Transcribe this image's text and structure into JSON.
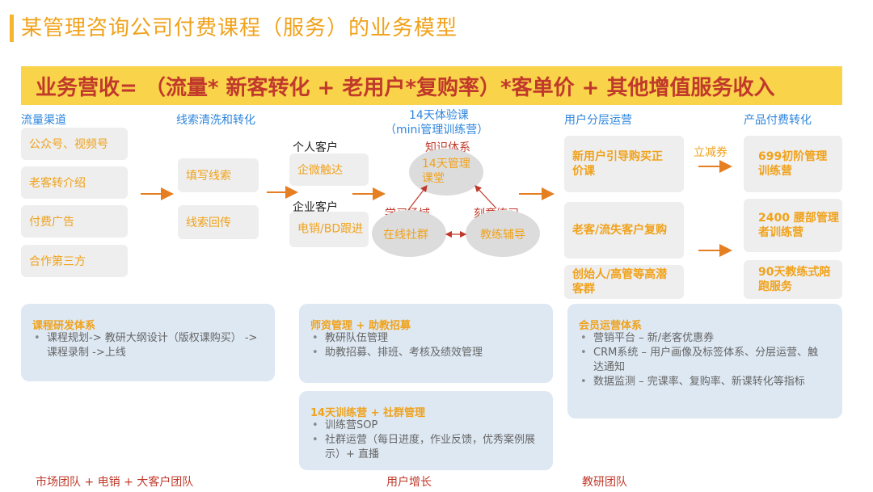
{
  "title": "某管理咨询公司付费课程（服务）的业务模型",
  "formula": "业务营收=  （流量* 新客转化  + 老用户*复购率）*客单价 + 其他增值服务收入",
  "columns": {
    "traffic": {
      "header": "流量渠道",
      "items": [
        "公众号、视频号",
        "老客转介绍",
        "付费广告",
        "合作第三方"
      ]
    },
    "leads": {
      "header": "线索清洗和转化",
      "items": [
        "填写线索",
        "线索回传"
      ]
    },
    "customers": {
      "personal_label": "个人客户",
      "personal_item": "企微触达",
      "enterprise_label": "企业客户",
      "enterprise_item": "电销/BD跟进"
    },
    "trial": {
      "header_line1": "14天体验课",
      "header_line2": "（mini管理训练营）",
      "knowledge_label": "知识体系",
      "knowledge_item": "14天管理课堂",
      "learning_label": "学习场域",
      "learning_item": "在线社群",
      "practice_label": "刻意练习",
      "practice_item": "教练辅导"
    },
    "layers": {
      "header": "用户分层运营",
      "items": [
        "新用户引导购买正价课",
        "老客/流失客户复购",
        "创始人/高管等高潜客群"
      ],
      "discount_label": "立减券"
    },
    "products": {
      "header": "产品付费转化",
      "items": [
        "699初阶管理训练营",
        "2400 腰部管理者训练营",
        "90天教练式陪跑服务"
      ]
    }
  },
  "panels": {
    "course": {
      "header": "课程研发体系",
      "bullets": [
        "课程规划-> 教研大纲设计（版权课购买） ->课程录制 ->上线"
      ]
    },
    "teacher": {
      "header": "师资管理 + 助教招募",
      "bullets": [
        "教研队伍管理",
        "助教招募、排班、考核及绩效管理"
      ]
    },
    "camp": {
      "header": "14天训练营 + 社群管理",
      "bullets": [
        "训练营SOP",
        "社群运营（每日进度，作业反馈，优秀案例展示）+ 直播"
      ]
    },
    "member": {
      "header": "会员运营体系",
      "bullets": [
        "营销平台 – 新/老客优惠券",
        "CRM系统 – 用户画像及标签体系、分层运营、触达通知",
        "数据监测 – 完课率、复购率、新课转化等指标"
      ]
    }
  },
  "footer": {
    "left": "市场团队  + 电销 + 大客户团队",
    "center": "用户增长",
    "right": "教研团队"
  },
  "colors": {
    "accent": "#f0a21b",
    "formula_bg": "#f9d349",
    "formula_text": "#c0392b",
    "header_blue": "#2e86de",
    "panel_bg": "#dde8f3"
  }
}
